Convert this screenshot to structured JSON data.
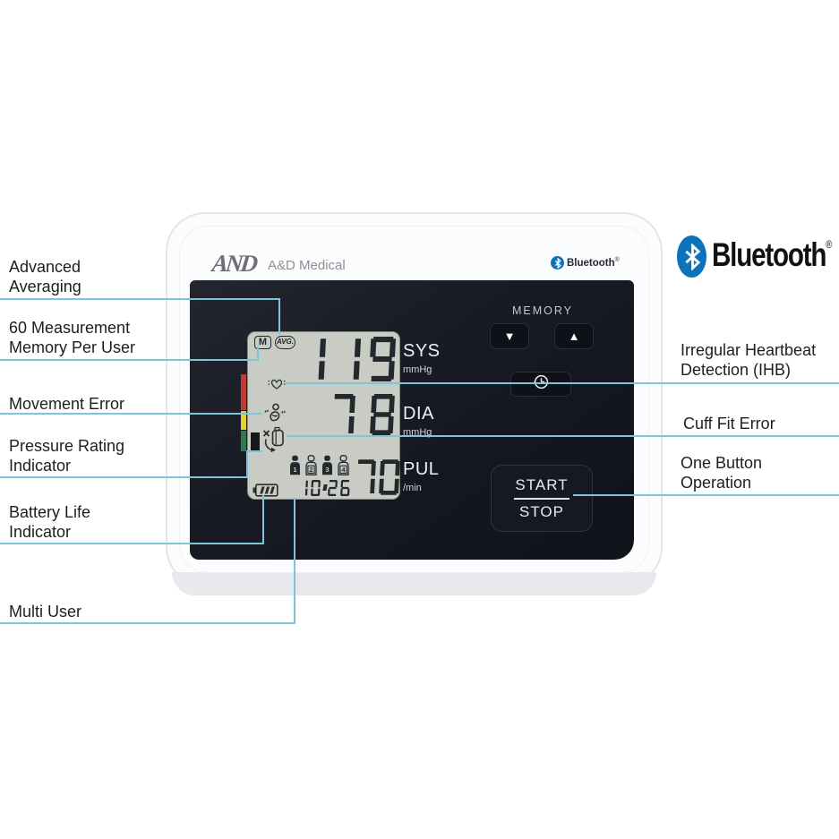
{
  "bluetooth_logo": {
    "label": "Bluetooth",
    "registered": "®"
  },
  "device": {
    "brand_logo": "AND",
    "brand_name": "A&D Medical",
    "bluetooth_badge": {
      "label": "Bluetooth",
      "registered": "®"
    },
    "display": {
      "memory_indicator": "M",
      "avg_indicator": "AVG.",
      "sys_value": "119",
      "dia_value": "78",
      "pul_value": "70",
      "time": "10:26",
      "users": [
        {
          "number": "1",
          "filled": true
        },
        {
          "number": "2",
          "filled": false
        },
        {
          "number": "3",
          "filled": true
        },
        {
          "number": "4",
          "filled": false
        }
      ]
    },
    "readouts": [
      {
        "label": "SYS",
        "unit": "mmHg"
      },
      {
        "label": "DIA",
        "unit": "mmHg"
      },
      {
        "label": "PUL",
        "unit": "/min"
      }
    ],
    "memory_label": "MEMORY",
    "buttons": {
      "memory_down": "▼",
      "memory_up": "▲",
      "start": "START",
      "stop": "STOP"
    }
  },
  "callouts": {
    "left": [
      {
        "lines": [
          "Advanced",
          "Averaging"
        ]
      },
      {
        "lines": [
          "60 Measurement",
          "Memory Per User"
        ]
      },
      {
        "lines": [
          "Movement Error"
        ]
      },
      {
        "lines": [
          "Pressure Rating",
          "Indicator"
        ]
      },
      {
        "lines": [
          "Battery Life",
          "Indicator"
        ]
      },
      {
        "lines": [
          "Multi User"
        ]
      }
    ],
    "right": [
      {
        "lines": [
          "Irregular Heartbeat",
          "Detection (IHB)"
        ]
      },
      {
        "lines": [
          "Cuff Fit Error"
        ]
      },
      {
        "lines": [
          "One Button",
          "Operation"
        ]
      }
    ]
  },
  "colors": {
    "callout_line": "#7fc3dd",
    "bluetooth_blue": "#0b72bb",
    "panel_navy": "#191b26",
    "lcd_green_grey": "#c8ccc4",
    "digit_dark": "#24272b",
    "rating_red": "#c43a32",
    "rating_yellow": "#e3cf3a",
    "rating_green": "#2f7a4b"
  }
}
